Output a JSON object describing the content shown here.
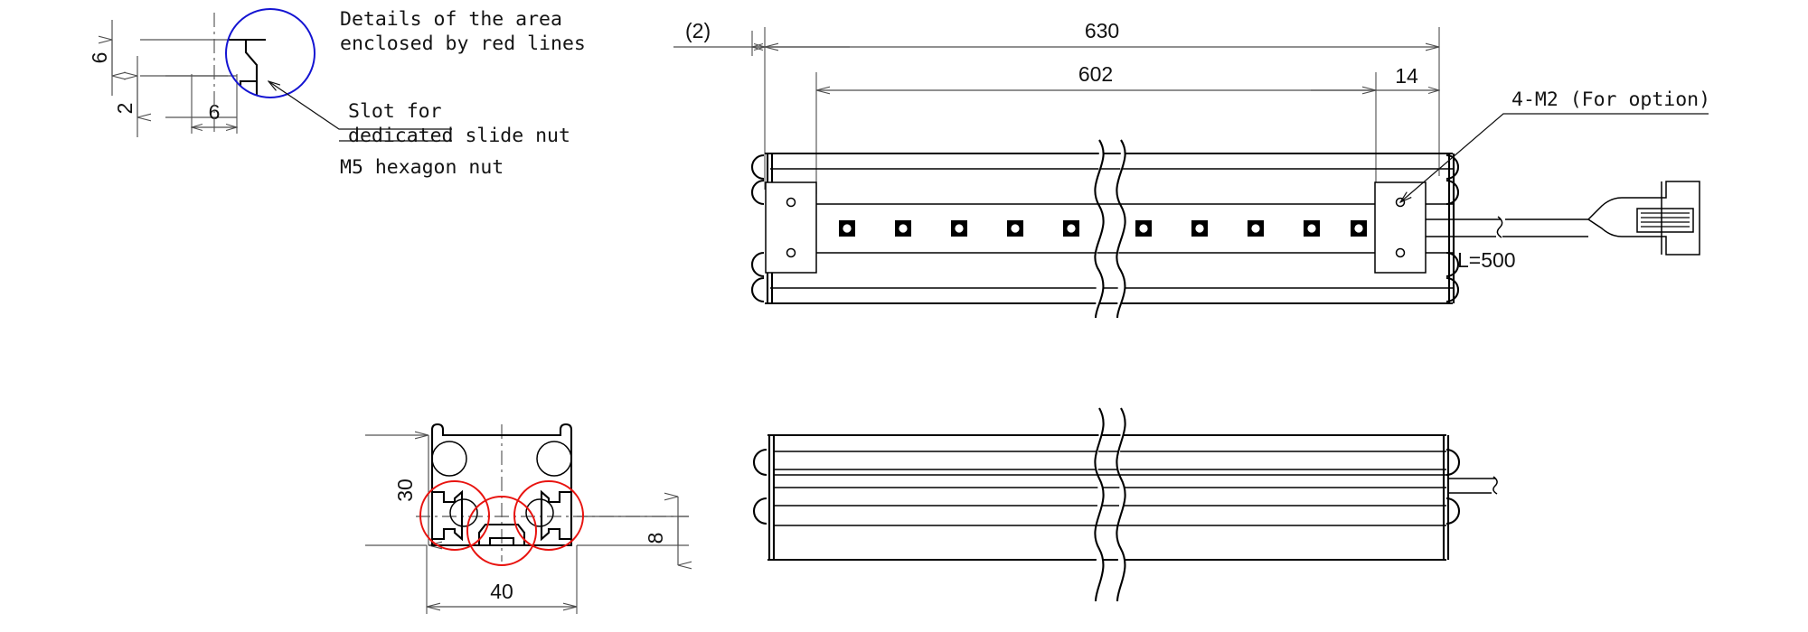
{
  "drawing": {
    "title": "LED bar light mechanical drawing",
    "colors": {
      "outline": "#000000",
      "dimension": "#555555",
      "detail_circle_red": "#e8130f",
      "detail_circle_blue": "#1414d2",
      "text": "#141414"
    }
  },
  "detail_view": {
    "name": "slot-detail",
    "notes": {
      "line1": "Details of the area",
      "line2": "enclosed by red lines",
      "line3": "Slot for",
      "line4": "dedicated slide nut",
      "line5": "M5 hexagon nut"
    },
    "dimensions": {
      "height_total": "6",
      "height_lower": "2",
      "width_slot": "6"
    }
  },
  "top_view": {
    "name": "front-elevation",
    "dimensions": {
      "gap": "(2)",
      "overall_length": "630",
      "led_span": "602",
      "end_offset": "14"
    },
    "labels": {
      "option_holes": "4-M2 (For option)",
      "cable_length": "L=500"
    },
    "led_count": 10
  },
  "bottom_left_view": {
    "name": "cross-section",
    "dimensions": {
      "height": "30",
      "width": "40",
      "slot_offset": "8"
    }
  },
  "bottom_right_view": {
    "name": "side-elevation"
  }
}
